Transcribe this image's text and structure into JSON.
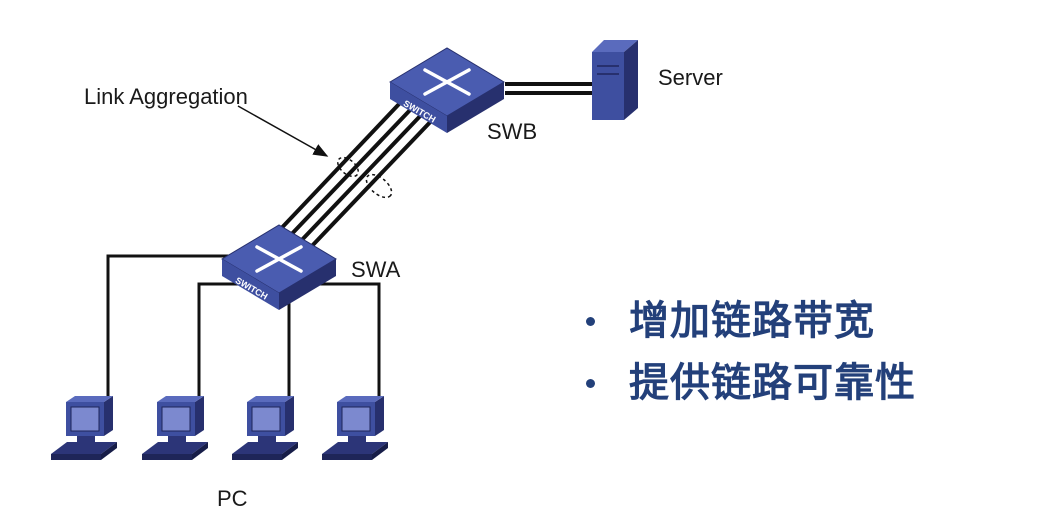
{
  "labels": {
    "link_aggregation": "Link Aggregation",
    "server": "Server",
    "swb": "SWB",
    "swa": "SWA",
    "pc": "PC",
    "switch_text": "SWITCH"
  },
  "bullets": [
    "增加链路带宽",
    "提供链路可靠性"
  ],
  "colors": {
    "device_blue": "#3e4fa0",
    "device_dark": "#27306e",
    "bullet_text": "#23407a"
  }
}
